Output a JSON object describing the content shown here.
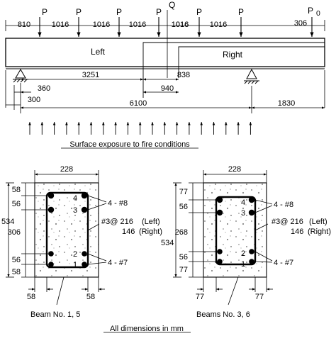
{
  "loads": {
    "p": "P",
    "q": "Q",
    "p0_main": "P",
    "p0_sub": "0"
  },
  "top_dims": [
    "810",
    "1016",
    "1016",
    "1016",
    "1016",
    "1016",
    "1016",
    "306"
  ],
  "beam_labels": {
    "left": "Left",
    "right": "Right"
  },
  "span_dims": {
    "d3251": "3251",
    "d838": "838",
    "d360": "360",
    "d940": "940",
    "d300": "300",
    "d6100": "6100",
    "d1830": "1830"
  },
  "fire_label": "Surface exposure to fire conditions",
  "section_left": {
    "width": "228",
    "left_dims": [
      "58",
      "56",
      "306",
      "56",
      "58"
    ],
    "height": "534",
    "bar_nums": [
      "4",
      "3",
      "2",
      "1"
    ],
    "top_bars": "4 - #8",
    "bottom_bars": "4 - #7",
    "stirrup": "#3@ 216",
    "stirrup_left": "(Left)",
    "stirrup_right_val": "146",
    "stirrup_right": "(Right)",
    "bottom_dims": [
      "58",
      "58"
    ],
    "caption": "Beam No. 1, 5"
  },
  "section_right": {
    "width": "228",
    "left_dims": [
      "77",
      "56",
      "268",
      "56",
      "77"
    ],
    "height": "534",
    "bar_nums": [
      "4",
      "3",
      "2",
      "1"
    ],
    "top_bars": "4 - #8",
    "bottom_bars": "4 - #7",
    "stirrup": "#3@ 216",
    "stirrup_left": "(Left)",
    "stirrup_right_val": "146",
    "stirrup_right": "(Right)",
    "bottom_dims": [
      "77",
      "77"
    ],
    "caption": "Beams No. 3, 6"
  },
  "footer": "All dimensions in  mm"
}
